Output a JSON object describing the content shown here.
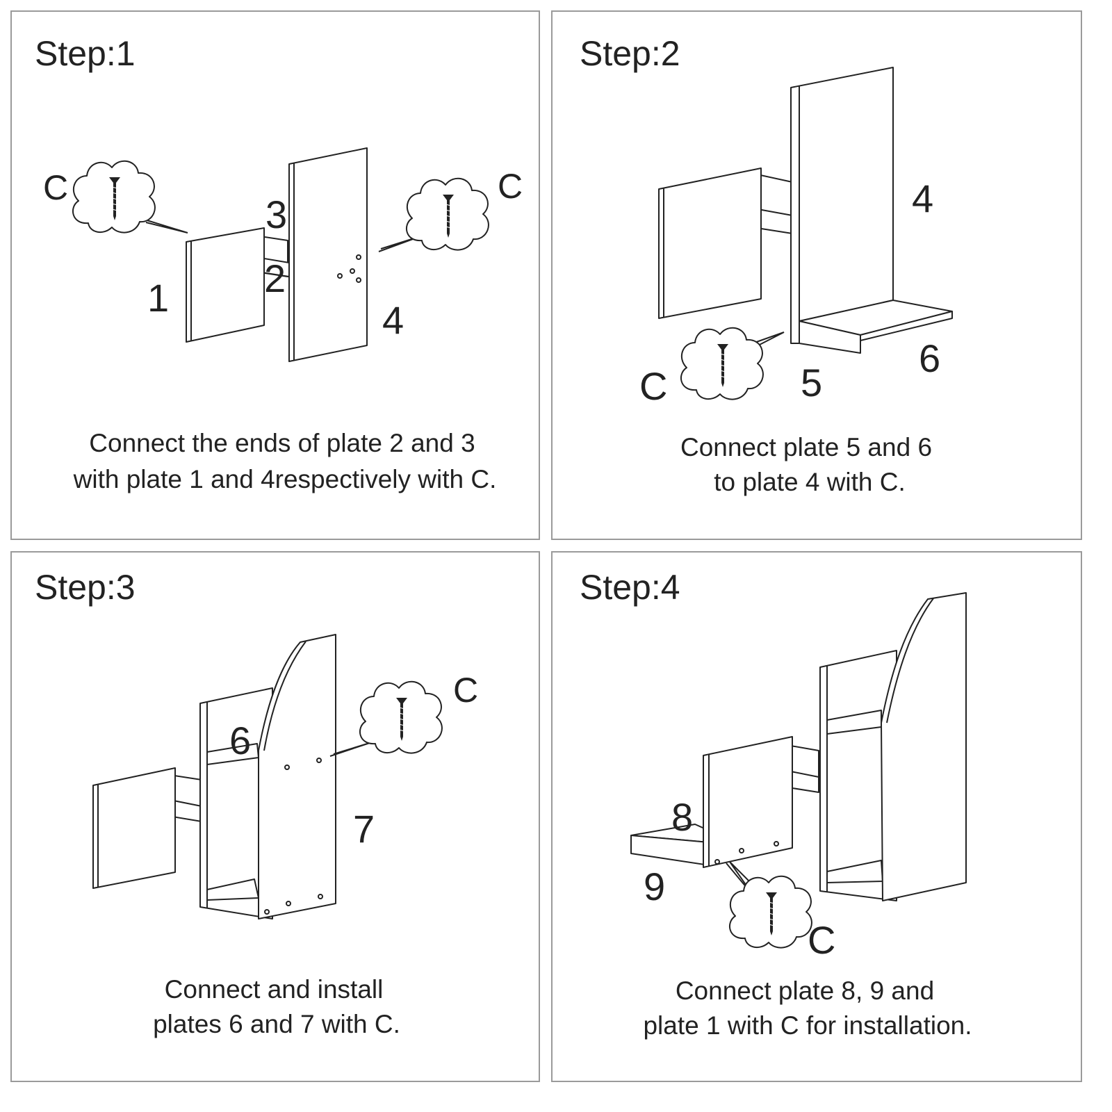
{
  "steps": [
    {
      "title": "Step:1",
      "caption": [
        "Connect the ends of plate 2 and 3",
        "with plate 1 and 4respectively with C."
      ],
      "labels": [
        "C",
        "C",
        "1",
        "2",
        "3",
        "4"
      ]
    },
    {
      "title": "Step:2",
      "caption": [
        "Connect plate 5 and 6",
        "to plate 4 with C."
      ],
      "labels": [
        "4",
        "C",
        "5",
        "6"
      ]
    },
    {
      "title": "Step:3",
      "caption": [
        "Connect and install",
        "plates 6 and 7 with C."
      ],
      "labels": [
        "6",
        "C",
        "7"
      ]
    },
    {
      "title": "Step:4",
      "caption": [
        "Connect plate 8, 9 and",
        "plate 1 with C for installation."
      ],
      "labels": [
        "8",
        "9",
        "C"
      ]
    }
  ],
  "icons": {
    "fastener": "screw-in-cloud-icon"
  }
}
